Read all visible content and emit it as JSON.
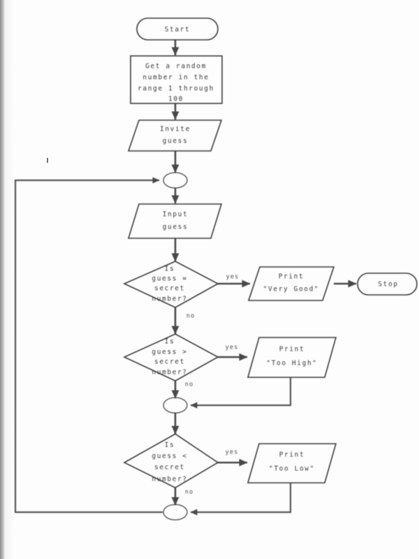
{
  "document": {
    "kind": "scanned-flowchart",
    "title": "Number Guessing Game Flowchart",
    "ink_color": "#3c3c3c",
    "page_color": "#fdfdfd"
  },
  "nodes": {
    "start": {
      "shape": "terminator",
      "label": "Start"
    },
    "get_random": {
      "shape": "process",
      "lines": [
        "Get a random",
        "number in the",
        "range 1 through",
        "100"
      ]
    },
    "invite_guess": {
      "shape": "io-parallelogram",
      "lines": [
        "Invite",
        "guess"
      ]
    },
    "connector_top": {
      "shape": "connector",
      "label": ""
    },
    "input_guess": {
      "shape": "io-parallelogram",
      "lines": [
        "Input",
        "guess"
      ]
    },
    "decision_equal": {
      "shape": "decision",
      "lines": [
        "Is",
        "guess =",
        "secret",
        "number?"
      ]
    },
    "print_very_good": {
      "shape": "io-parallelogram",
      "lines": [
        "Print",
        "\"Very Good\""
      ]
    },
    "stop": {
      "shape": "terminator",
      "label": "Stop"
    },
    "decision_greater": {
      "shape": "decision",
      "lines": [
        "Is",
        "guess >",
        "secret",
        "number?"
      ]
    },
    "print_too_high": {
      "shape": "io-parallelogram",
      "lines": [
        "Print",
        "\"Too High\""
      ]
    },
    "connector_mid": {
      "shape": "connector",
      "label": ""
    },
    "decision_less": {
      "shape": "decision",
      "lines": [
        "Is",
        "guess <",
        "secret",
        "number?"
      ]
    },
    "print_too_low": {
      "shape": "io-parallelogram",
      "lines": [
        "Print",
        "\"Too Low\""
      ]
    },
    "connector_bottom": {
      "shape": "connector",
      "label": ""
    }
  },
  "edge_labels": {
    "equal_yes": "yes",
    "equal_no": "no",
    "greater_yes": "yes",
    "greater_no": "no",
    "less_yes": "yes",
    "less_no": "no"
  }
}
